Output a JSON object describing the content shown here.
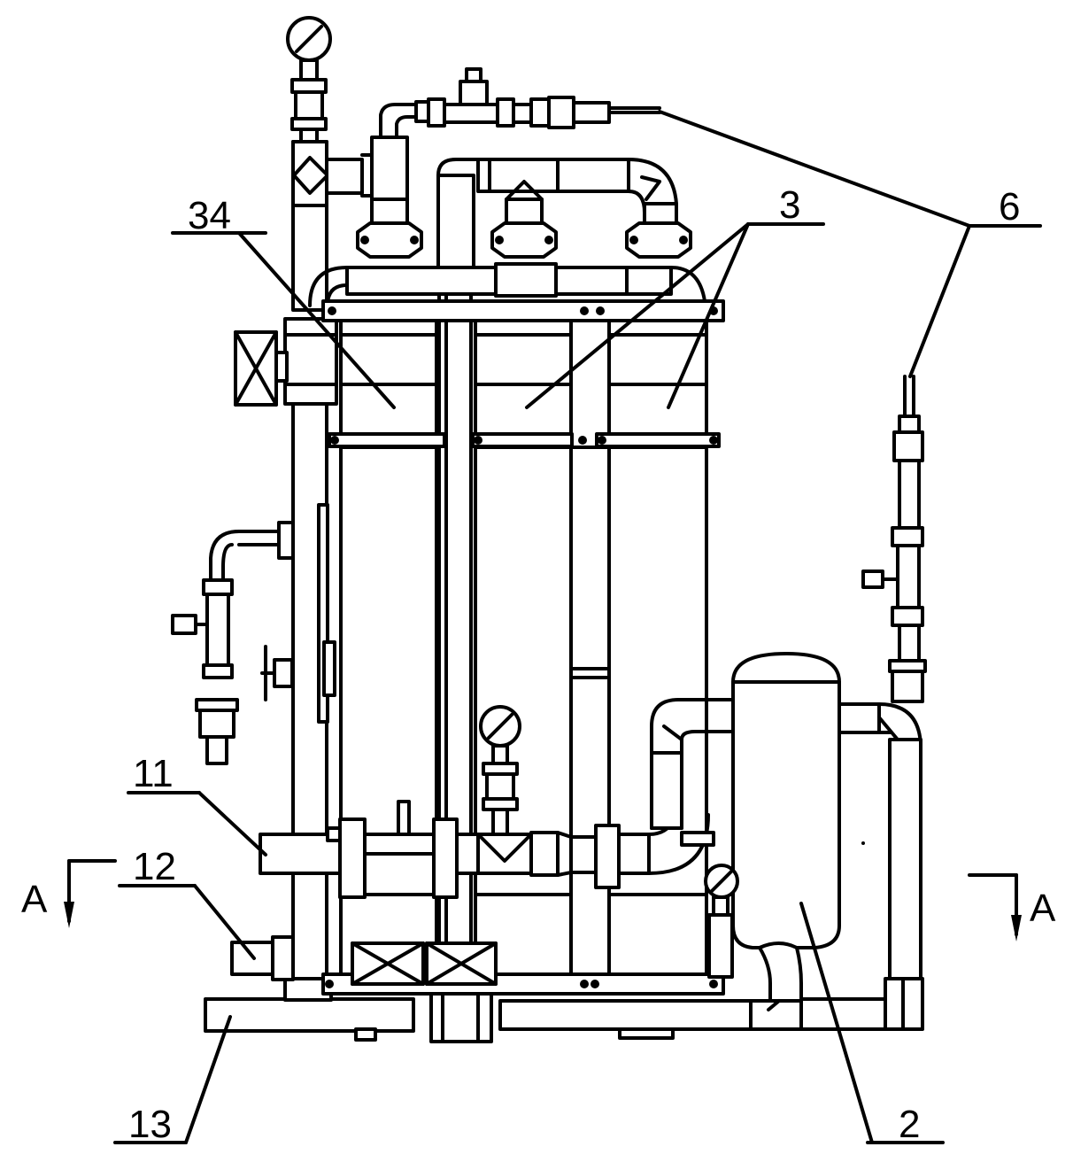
{
  "labels": {
    "module_group": "34",
    "module": "3",
    "top_pipe": "6",
    "tank": "2",
    "inlet": "11",
    "pump_port": "12",
    "base": "13"
  },
  "section_marks": {
    "left": "A",
    "right": "A"
  },
  "colors": {
    "line": "#000000",
    "background": "#ffffff"
  }
}
